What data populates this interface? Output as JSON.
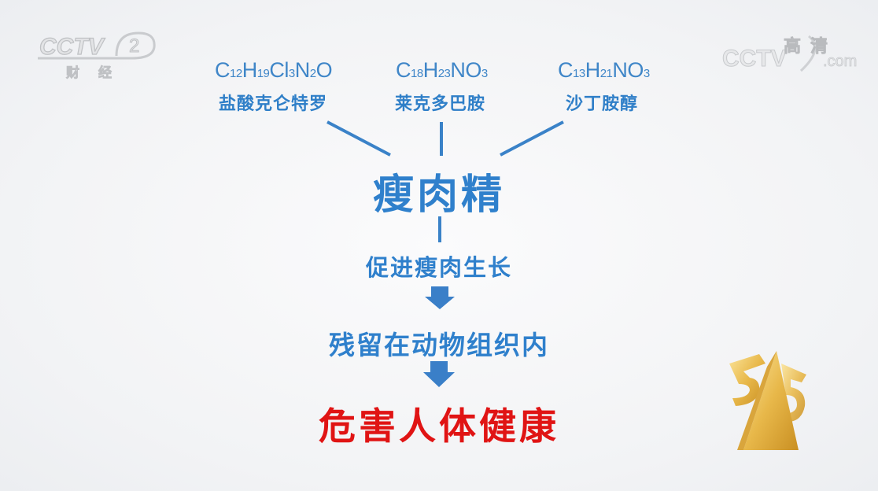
{
  "watermarks": {
    "left_logo": {
      "brand": "CCTV",
      "channel_number": "2",
      "channel_name": "财经"
    },
    "right_logo": {
      "brand": "CCTV",
      "suffix": ".com",
      "label": "高清"
    }
  },
  "diagram": {
    "title": "瘦肉精",
    "sources": [
      {
        "formula_parts": [
          [
            "C",
            ""
          ],
          [
            "12",
            "sub"
          ],
          [
            "H",
            ""
          ],
          [
            "19",
            "sub"
          ],
          [
            "Cl",
            ""
          ],
          [
            "3",
            "sub"
          ],
          [
            "N",
            ""
          ],
          [
            "2",
            "sub"
          ],
          [
            "O",
            ""
          ]
        ],
        "formula": "C12H19Cl3N2O",
        "name": "盐酸克仑特罗"
      },
      {
        "formula_parts": [
          [
            "C",
            ""
          ],
          [
            "18",
            "sub"
          ],
          [
            "H",
            ""
          ],
          [
            "23",
            "sub"
          ],
          [
            "NO",
            ""
          ],
          [
            "3",
            "sub"
          ]
        ],
        "formula": "C18H23NO3",
        "name": "莱克多巴胺"
      },
      {
        "formula_parts": [
          [
            "C",
            ""
          ],
          [
            "13",
            "sub"
          ],
          [
            "H",
            ""
          ],
          [
            "21",
            "sub"
          ],
          [
            "NO",
            ""
          ],
          [
            "3",
            "sub"
          ]
        ],
        "formula": "C13H21NO3",
        "name": "沙丁胺醇"
      }
    ],
    "steps": [
      "促进瘦肉生长",
      "残留在动物组织内"
    ],
    "conclusion": "危害人体健康"
  },
  "colors": {
    "primary_blue": "#2f80cc",
    "formula_blue": "#3f86c8",
    "arrow_blue": "#3a7fc8",
    "danger_red": "#e01414",
    "trophy_gold": "#e8b84a"
  },
  "icons": {
    "arrow1": "arrow-down-icon",
    "arrow2": "arrow-down-icon",
    "trophy": "trophy-35-icon"
  }
}
